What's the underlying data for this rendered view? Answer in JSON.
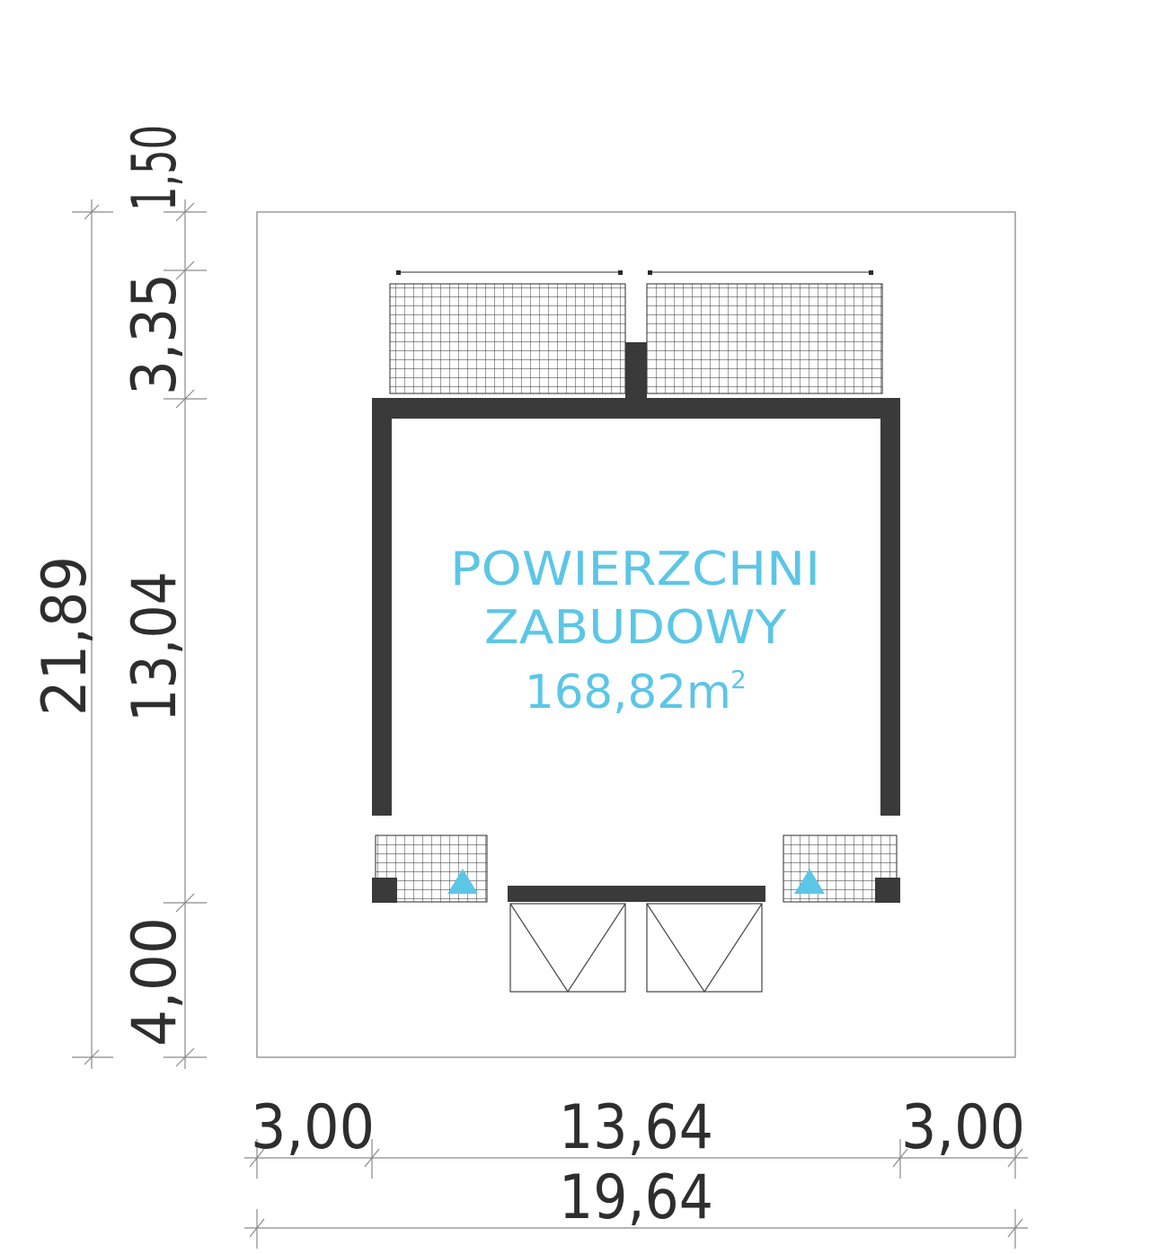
{
  "colors": {
    "wall": "#3a3a3a",
    "line": "#9a9a9a",
    "grid": "#2a2a2a",
    "accent": "#5cc6e6",
    "text": "#2e2e2e"
  },
  "area_label": {
    "line1": "POWIERZCHNI",
    "line2": "ZABUDOWY",
    "value": "168,82m",
    "superscript": "2"
  },
  "dimensions": {
    "vertical_total": "21,89",
    "vertical_parts": [
      "1,50",
      "3,35",
      "13,04",
      "4,00"
    ],
    "horizontal_parts": [
      "3,00",
      "13,64",
      "3,00"
    ],
    "horizontal_total": "19,64"
  },
  "icons": [
    "entrance-arrow-icon",
    "entrance-arrow-icon"
  ]
}
